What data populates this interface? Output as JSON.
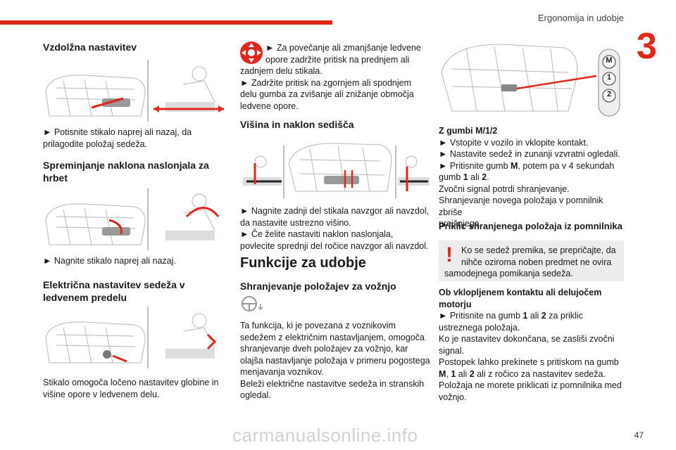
{
  "header": {
    "chapter_title": "Ergonomija in udobje",
    "chapter_number": "3",
    "accent": "#e1271b"
  },
  "col1": {
    "h_vzdolzna": "Vzdolžna nastavitev",
    "p_vzdolzna": [
      "► Potisnite stikalo naprej ali nazaj, da",
      "prilagodite položaj sedeža."
    ],
    "h_naklon": [
      "Spreminjanje naklona naslonjala za",
      "hrbet"
    ],
    "p_naklon": "► Nagnite stikalo naprej ali nazaj.",
    "h_ledvene": [
      "Električna nastavitev sedeža v",
      "ledvenem predelu"
    ],
    "p_ledvene": [
      "Stikalo omogoča ločeno nastavitev globine in",
      "višine opore v ledvenem delu."
    ]
  },
  "col2": {
    "p_top": [
      "► Za povečanje ali zmanjšanje ledvene",
      "opore zadržite pritisk na prednjem ali",
      "zadnjem delu stikala.",
      "► Zadržite pritisk na zgornjem ali spodnjem",
      "delu gumba za zvišanje ali znižanje območja",
      "ledvene opore."
    ],
    "h_visina": "Višina in naklon sedišča",
    "p_visina": [
      "► Nagnite zadnji del stikala navzgor ali navzdol,",
      "da nastavite ustrezno višino.",
      "► Če želite nastaviti naklon naslonjala,",
      "povlecite sprednji del ročice navzgor ali navzdol."
    ],
    "h_funkcije": "Funkcije za udobje",
    "h_shranjevanje": "Shranjevanje položajev za vožnjo",
    "p_shranjevanje": [
      "Ta funkcija, ki je povezana z voznikovim",
      "sedežem z električnim nastavljanjem, omogoča",
      "shranjevanje dveh položajev za vožnjo, kar",
      "olajša nastavljanje položaja v primeru pogostega",
      "menjavanja voznikov.",
      "Beleži električne nastavitve sedeža in stranskih",
      "ogledal."
    ]
  },
  "col3": {
    "buttons": [
      "M",
      "1",
      "2"
    ],
    "h_gumbi": "Z gumbi M/1/2",
    "p_gumbi_1": "► Vstopite v vozilo in vklopite kontakt.",
    "p_gumbi_2": "► Nastavite sedež in zunanji vzvratni ogledali.",
    "p_gumbi_3a": "► Pritisnite gumb ",
    "p_gumbi_3b": "M",
    "p_gumbi_3c": ", potem pa v 4 sekundah",
    "p_gumbi_4a": "gumb ",
    "p_gumbi_4b": "1",
    "p_gumbi_4c": " ali ",
    "p_gumbi_4d": "2",
    "p_gumbi_4e": ".",
    "p_gumbi_5": "Zvočni signal potrdi shranjevanje.",
    "p_gumbi_6": "Shranjevanje novega položaja v pomnilnik zbriše",
    "p_gumbi_7": "prejšnjega.",
    "h_priklic": "Priklic shranjenega položaja iz pomnilnika",
    "warn": [
      "Ko se sedež premika, se prepričajte, da",
      "nihče oziroma noben predmet ne ovira",
      "samodejnega pomikanja sedeža."
    ],
    "h_kontakt": [
      "Ob vklopljenem kontaktu ali delujočem",
      "motorju"
    ],
    "p_k1a": "► Pritisnite na gumb ",
    "p_k1b": "1",
    "p_k1c": " ali ",
    "p_k1d": "2",
    "p_k1e": " za priklic",
    "p_k2": "ustreznega položaja.",
    "p_k3": "Ko je nastavitev dokončana, se zasliši zvočni",
    "p_k4": "signal.",
    "p_k5": "Postopek lahko prekinete s pritiskom na gumb",
    "p_k6a": "M",
    "p_k6b": ", ",
    "p_k6c": "1",
    "p_k6d": " ali ",
    "p_k6e": "2",
    "p_k6f": " ali z ročico za nastavitev sedeža.",
    "p_k7": "Položaja ne morete priklicati iz pomnilnika med",
    "p_k8": "vožnjo."
  },
  "footer": {
    "page_number": "47",
    "watermark": "carmanualsonline.info"
  }
}
